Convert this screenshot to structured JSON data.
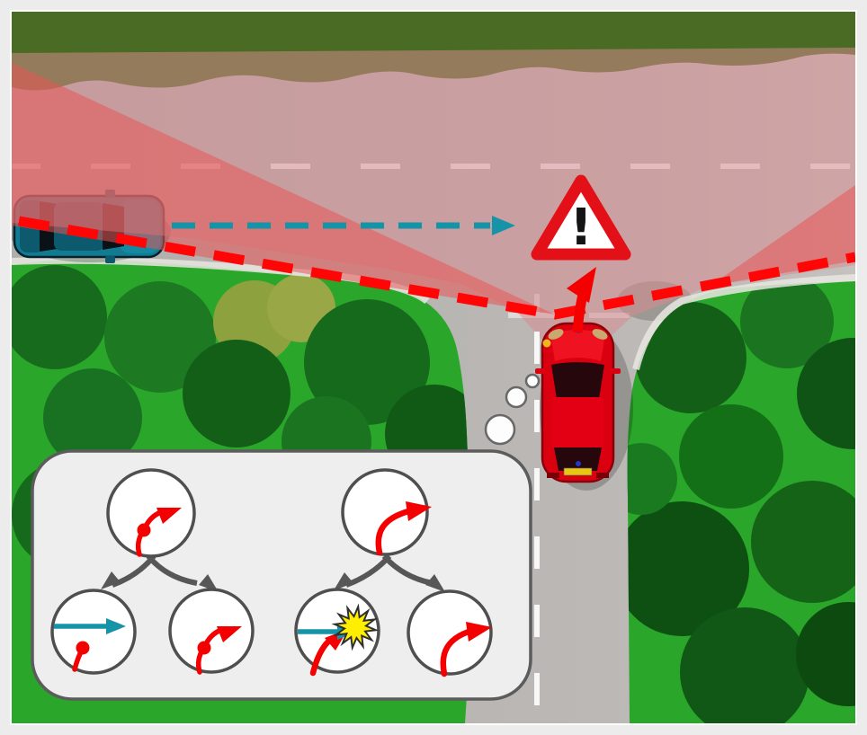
{
  "frame": {
    "margin_color": "#ececec",
    "border_color": "#fdfdfd"
  },
  "palette": {
    "road_gray": "#b5b3b1",
    "road_gray_light": "#c4c1be",
    "grass_top_band": "#4a6b24",
    "grass_bright": "#2aa62a",
    "lane_marking": "#ffffff",
    "occlusion_pink": "#d98b8f",
    "risk_wedge_red": "#e85555",
    "sightline_red": "#ff0505",
    "intent_teal": "#1694a7",
    "plan_red": "#f40000",
    "branch_gray": "#575757",
    "collision_yellow": "#ffee00",
    "star_outline": "#2f2f2f",
    "node_fill": "#ffffff",
    "node_stroke": "#4f4f4f",
    "bubble_fill": "#eeeeee",
    "bubble_stroke": "#5c5c5c",
    "ego_car_body": "#db0010",
    "ego_car_dark": "#8a000a",
    "other_car_body": "#117b92",
    "other_car_dark": "#04222c",
    "license_plate_yellow": "#e7c614",
    "sign_border_red": "#e31018",
    "sign_fill": "#ffffff",
    "sign_glyph_color": "#141414"
  },
  "warning_sign": {
    "glyph": "!"
  },
  "elements": {
    "ego_vehicle": "red-car-top-view",
    "other_vehicle": "teal-car-top-view",
    "warning_sign": "warning-triangle-exclamation",
    "occluded_region": "pink-road-overlay",
    "sight_wedges": "red-occlusion-wedges",
    "other_vehicle_intent": "teal-dashed-arrow",
    "sight_line": "red-dashed-line",
    "ego_intent": "red-turn-arrow",
    "thought_bubble": "decision-tree-bubble",
    "collision_marker": "yellow-starburst"
  },
  "decision_tree": {
    "root_nodes": [
      "plan-stop-then-turn",
      "plan-turn-immediately"
    ],
    "leaf_nodes": [
      "other-car-passes-ego-waits",
      "turn-after-stop",
      "collision-with-other-car",
      "turn-completed"
    ]
  }
}
